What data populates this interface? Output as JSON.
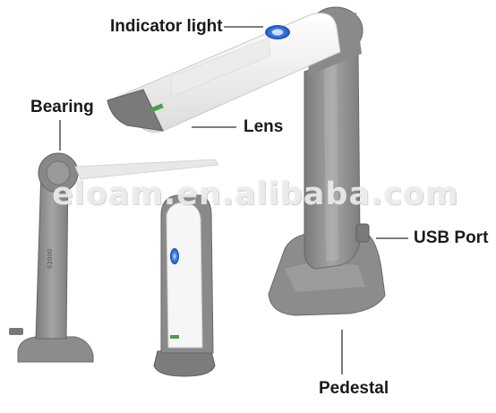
{
  "labels": {
    "indicator_light": "Indicator light",
    "bearing": "Bearing",
    "lens": "Lens",
    "usb_port": "USB Port",
    "pedestal": "Pedestal"
  },
  "watermark": "eloam.en.alibaba.com",
  "colors": {
    "body_gray": "#8a8a8a",
    "body_dark": "#6e6e6e",
    "body_light": "#a9a9a9",
    "arm_white": "#f4f4f4",
    "indicator_blue": "#2f6fe0",
    "leader_line": "#333333"
  }
}
